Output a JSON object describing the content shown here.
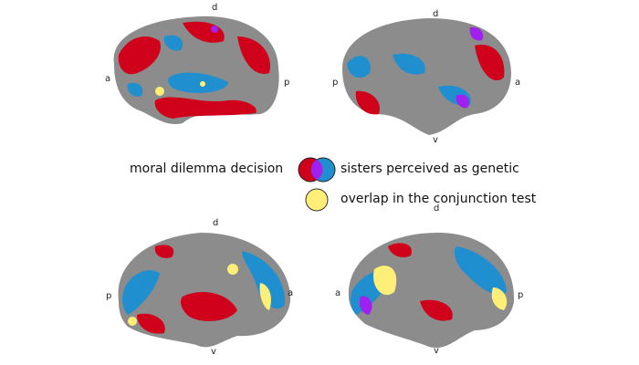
{
  "legend": {
    "condition_a": "moral dilemma decision",
    "condition_b": "sisters perceived as genetic",
    "overlap": "overlap in the conjunction test",
    "colors": {
      "condition_a": "#d0021b",
      "condition_b": "#1f8fd0",
      "both": "#a020f0",
      "conjunction": "#ffee77",
      "cortex": "#8c8c8c"
    }
  },
  "panels": [
    {
      "view": "left-lateral",
      "labels": {
        "dorsal": "d",
        "anterior": "a",
        "posterior": "p"
      }
    },
    {
      "view": "right-lateral",
      "labels": {
        "dorsal": "d",
        "posterior": "p",
        "anterior": "a",
        "ventral": "v"
      }
    },
    {
      "view": "left-medial",
      "labels": {
        "dorsal": "d",
        "posterior": "p",
        "anterior": "a",
        "ventral": "v"
      }
    },
    {
      "view": "right-medial",
      "labels": {
        "dorsal": "d",
        "anterior": "a",
        "posterior": "p",
        "ventral": "v"
      }
    }
  ]
}
